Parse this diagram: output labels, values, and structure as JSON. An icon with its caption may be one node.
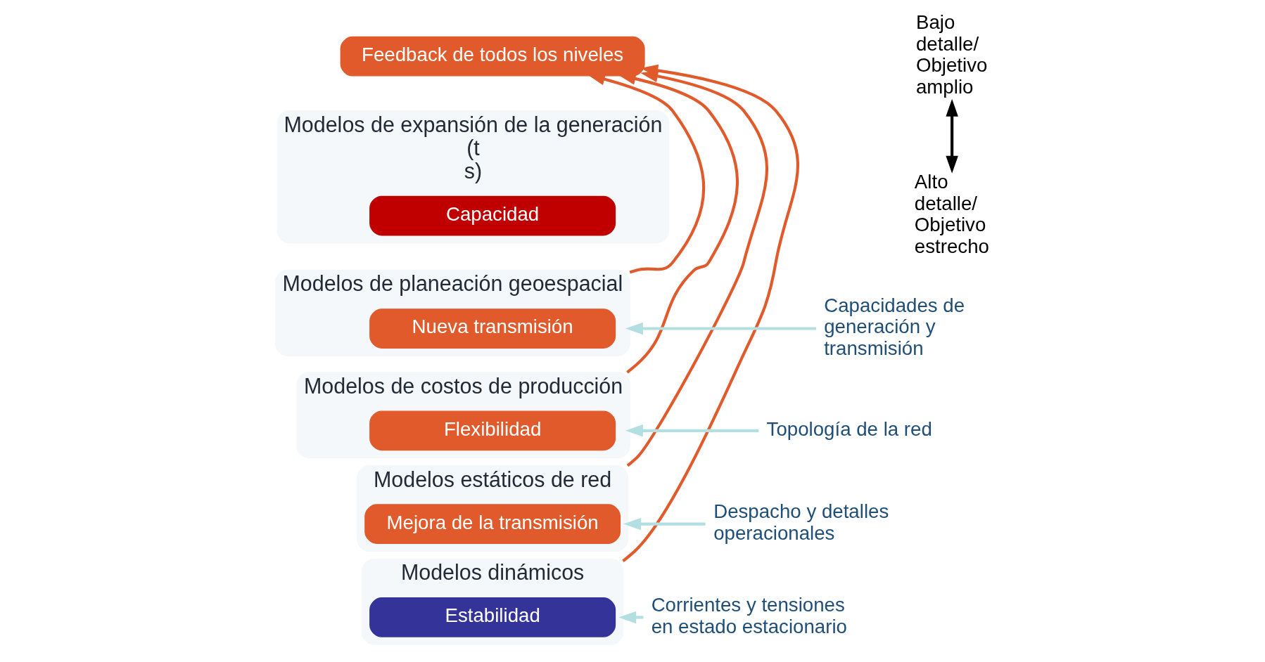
{
  "diagram": {
    "nodes": [
      {
        "text": [
          "Feedback de todos los niveles"
        ]
      },
      {
        "text": [
          "Modelos de expansión de la generación",
          "(t",
          "s)"
        ]
      },
      {
        "text": [
          "Capacidad"
        ],
        "in": 1
      },
      {
        "text": [
          "Modelos de planeación geoespacial"
        ]
      },
      {
        "text": [
          "Nueva transmisión"
        ],
        "in": 3
      },
      {
        "text": [
          "Modelos de costos de producción"
        ]
      },
      {
        "text": [
          "Flexibilidad"
        ],
        "in": 5
      },
      {
        "text": [
          "Modelos estáticos de red"
        ]
      },
      {
        "text": [
          "Mejora de la transmisión"
        ],
        "in": 7
      },
      {
        "text": [
          "Modelos dinámicos"
        ]
      },
      {
        "text": [
          "Estabilidad"
        ],
        "in": 9
      },
      {
        "text": [
          "Capacidades de generación y transmisión"
        ]
      },
      {
        "text": [
          "Topología de la red"
        ]
      },
      {
        "text": [
          "Despacho y detalles operacionales"
        ]
      },
      {
        "text": [
          "Corrientes y tensiones en estado estacionario"
        ]
      },
      {
        "text": [
          "Bajo detalle/ Objetivo amplio"
        ]
      },
      {
        "text": [
          "Alto detalle/ Objetivo estrecho"
        ]
      }
    ],
    "edges": [
      {
        "from": 11,
        "to": 3,
        "arrow": "to",
        "color": "#b3dfe3"
      },
      {
        "from": 12,
        "to": 5,
        "arrow": "to",
        "color": "#b3dfe3"
      },
      {
        "from": 13,
        "to": 7,
        "arrow": "to",
        "color": "#b3dfe3"
      },
      {
        "from": 14,
        "to": 9,
        "arrow": "to",
        "color": "#b3dfe3"
      },
      {
        "from": 3,
        "to": 0,
        "arrow": "to",
        "color": "#e05a2b"
      },
      {
        "from": 5,
        "to": 0,
        "arrow": "to",
        "color": "#e05a2b"
      },
      {
        "from": 7,
        "to": 0,
        "arrow": "to",
        "color": "#e05a2b"
      },
      {
        "from": 9,
        "to": 0,
        "arrow": "to",
        "color": "#e05a2b"
      },
      {
        "from": 15,
        "to": 16,
        "arrow": "both",
        "color": "#000000"
      }
    ]
  }
}
